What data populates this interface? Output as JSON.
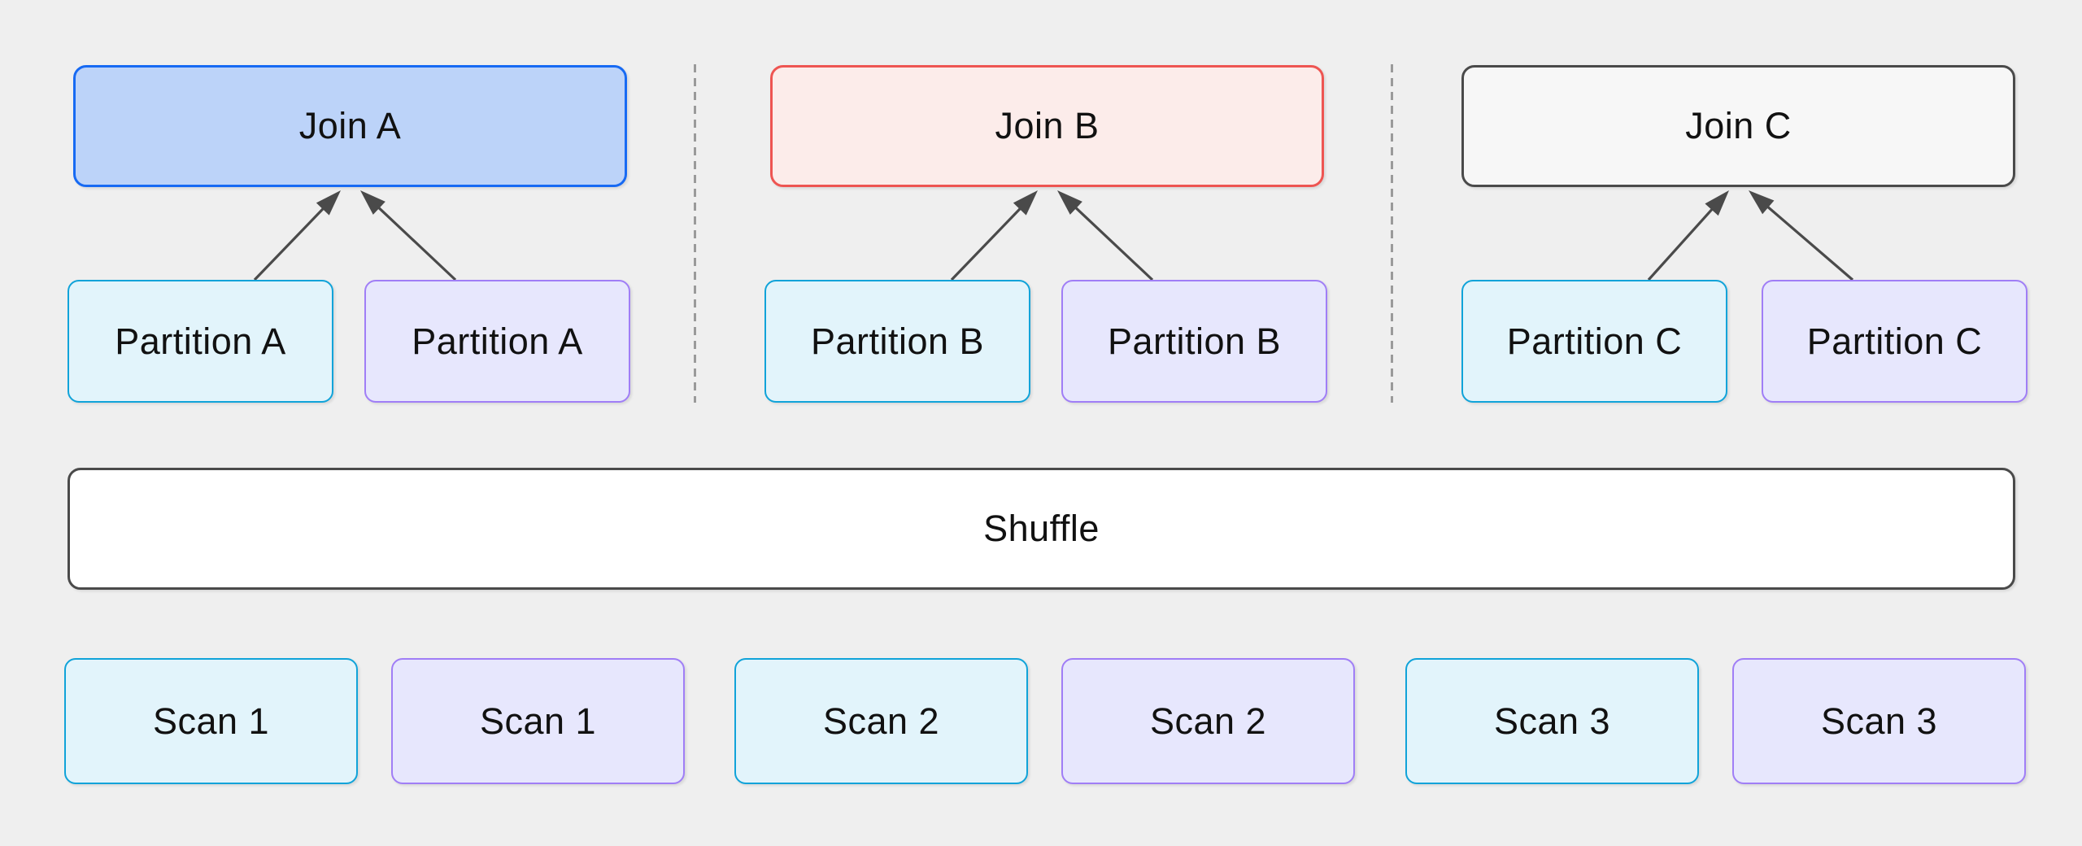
{
  "diagram": {
    "title": "partitioned-join-shuffle-plan"
  },
  "colors": {
    "background": "#efefef",
    "text": "#111111",
    "arrow": "#4a4a4a",
    "divider": "#9a9a9a",
    "join_a_fill": "#bcd3f9",
    "join_a_border": "#176af3",
    "join_b_fill": "#fcecea",
    "join_b_border": "#ee5552",
    "join_c_fill": "#f7f7f7",
    "join_c_border": "#4a4a4a",
    "cyan_fill": "#e2f4fb",
    "cyan_border": "#10a3d9",
    "purple_fill": "#e7e7fd",
    "purple_border": "#a07ef6",
    "shuffle_fill": "#ffffff",
    "shuffle_border": "#4a4a4a"
  },
  "groups": [
    {
      "join": {
        "label": "Join A"
      },
      "partitions": [
        {
          "label": "Partition A"
        },
        {
          "label": "Partition A"
        }
      ]
    },
    {
      "join": {
        "label": "Join B"
      },
      "partitions": [
        {
          "label": "Partition B"
        },
        {
          "label": "Partition B"
        }
      ]
    },
    {
      "join": {
        "label": "Join C"
      },
      "partitions": [
        {
          "label": "Partition C"
        },
        {
          "label": "Partition C"
        }
      ]
    }
  ],
  "shuffle": {
    "label": "Shuffle"
  },
  "scans": [
    {
      "label": "Scan 1"
    },
    {
      "label": "Scan 1"
    },
    {
      "label": "Scan 2"
    },
    {
      "label": "Scan 2"
    },
    {
      "label": "Scan 3"
    },
    {
      "label": "Scan 3"
    }
  ]
}
